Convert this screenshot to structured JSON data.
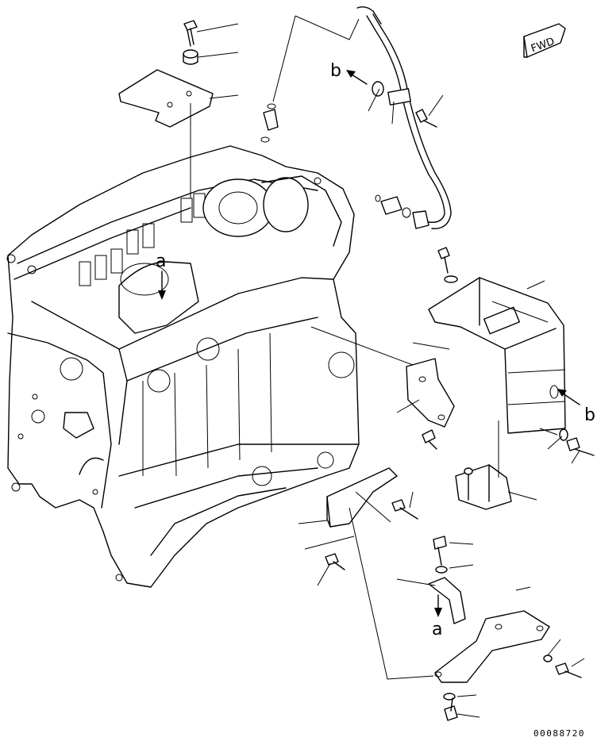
{
  "markers": {
    "a_top": "a",
    "a_bottom": "a",
    "b_top": "b",
    "b_right": "b"
  },
  "direction_label": "FWD",
  "drawing_code": "00088720"
}
